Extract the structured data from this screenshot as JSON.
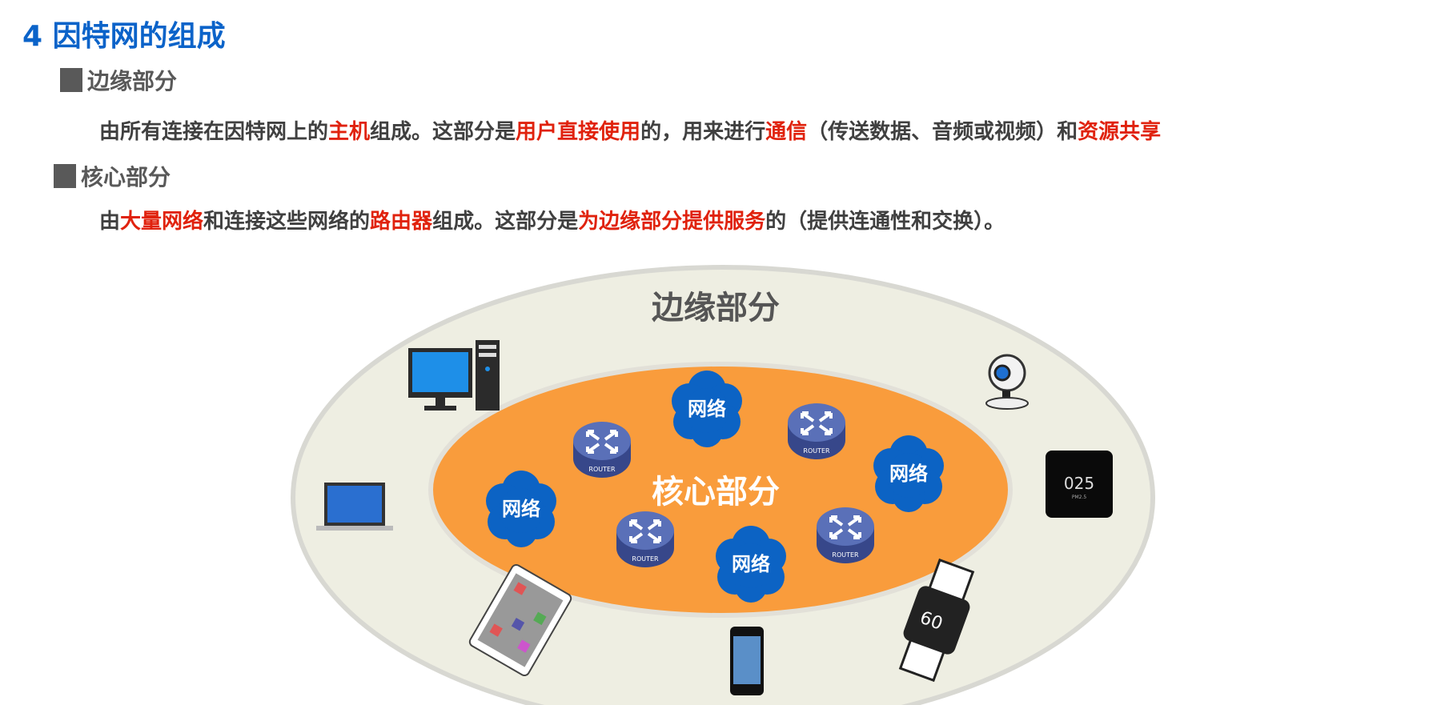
{
  "title": "4 因特网的组成",
  "sections": [
    {
      "heading": "边缘部分",
      "segments": [
        {
          "text": "由所有连接在因特网上的",
          "hl": false
        },
        {
          "text": "主机",
          "hl": true
        },
        {
          "text": "组成。这部分是",
          "hl": false
        },
        {
          "text": "用户直接使用",
          "hl": true
        },
        {
          "text": "的，用来进行",
          "hl": false
        },
        {
          "text": "通信",
          "hl": true
        },
        {
          "text": "（传送数据、音频或视频）和",
          "hl": false
        },
        {
          "text": "资源共享",
          "hl": true
        }
      ]
    },
    {
      "heading": "核心部分",
      "segments": [
        {
          "text": "由",
          "hl": false
        },
        {
          "text": "大量网络",
          "hl": true
        },
        {
          "text": "和连接这些网络的",
          "hl": false
        },
        {
          "text": "路由器",
          "hl": true
        },
        {
          "text": "组成。这部分是",
          "hl": false
        },
        {
          "text": "为边缘部分提供服务",
          "hl": true
        },
        {
          "text": "的（提供连通性和交换）。",
          "hl": false
        }
      ]
    }
  ],
  "diagram": {
    "outer_label": "边缘部分",
    "inner_label": "核心部分",
    "network_label": "网络",
    "router_label": "ROUTER",
    "pm_reading": "025",
    "pm_sub": "PM2.5",
    "watch_reading": "60",
    "colors": {
      "outer": "#eeeee2",
      "inner": "#f99c3c",
      "cloud": "#0c63c4",
      "router": "#4a5fa8",
      "highlight": "#e0220d",
      "title": "#0b63c9"
    }
  }
}
